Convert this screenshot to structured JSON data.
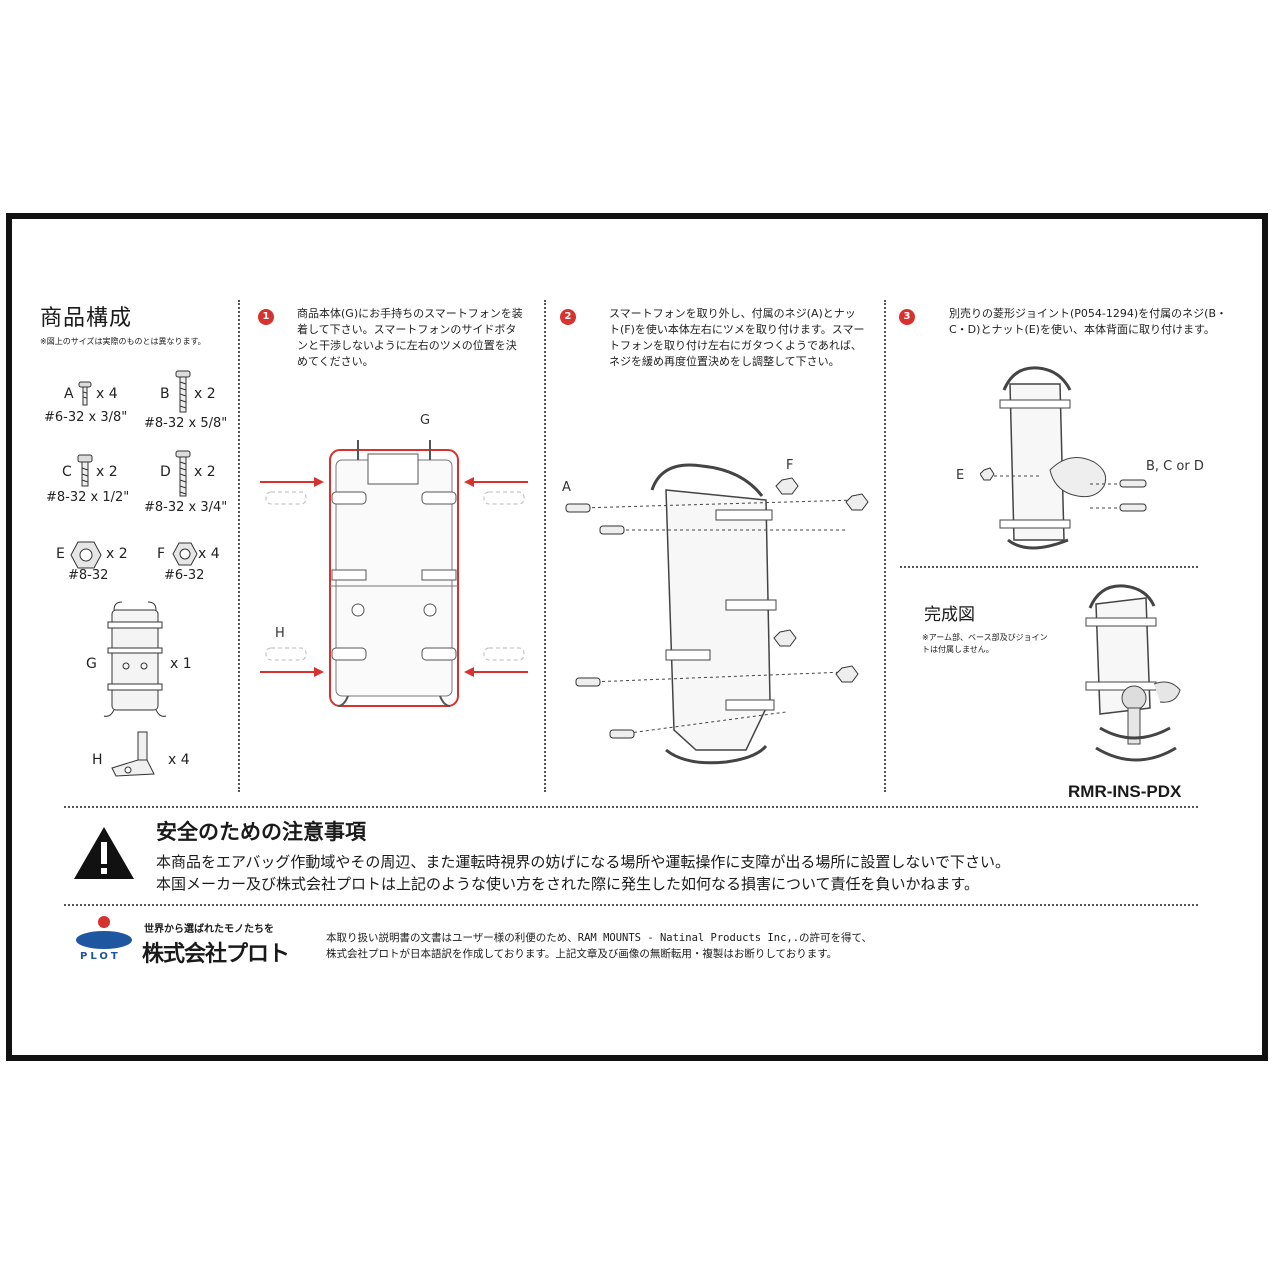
{
  "parts": {
    "title": "商品構成",
    "note": "※図上のサイズは実際のものとは異なります。",
    "items": [
      {
        "letter": "A",
        "qty": "x 4",
        "size": "#6-32 x 3/8\""
      },
      {
        "letter": "B",
        "qty": "x 2",
        "size": "#8-32 x 5/8\""
      },
      {
        "letter": "C",
        "qty": "x 2",
        "size": "#8-32 x 1/2\""
      },
      {
        "letter": "D",
        "qty": "x 2",
        "size": "#8-32 x 3/4\""
      },
      {
        "letter": "E",
        "qty": "x 2",
        "size": "#8-32"
      },
      {
        "letter": "F",
        "qty": "x 4",
        "size": "#6-32"
      },
      {
        "letter": "G",
        "qty": "x 1"
      },
      {
        "letter": "H",
        "qty": "x 4"
      }
    ]
  },
  "steps": [
    {
      "num": "1",
      "text": "商品本体(G)にお手持ちのスマートフォンを装着して下さい。スマートフォンのサイドボタンと干渉しないように左右のツメの位置を決めてください。",
      "labels": [
        "G",
        "H"
      ]
    },
    {
      "num": "2",
      "text": "スマートフォンを取り外し、付属のネジ(A)とナット(F)を使い本体左右にツメを取り付けます。スマートフォンを取り付け左右にガタつくようであれば、ネジを緩め再度位置決めをし調整して下さい。",
      "labels": [
        "A",
        "F"
      ]
    },
    {
      "num": "3",
      "text": "別売りの菱形ジョイント(P054-1294)を付属のネジ(B・C・D)とナット(E)を使い、本体背面に取り付けます。",
      "labels": [
        "E",
        "B, C or D"
      ]
    }
  ],
  "complete": {
    "title": "完成図",
    "note": "※アーム部、ベース部及びジョイントは付属しません。"
  },
  "code": "RMR-INS-PDX",
  "safety": {
    "title": "安全のための注意事項",
    "line1": "本商品をエアバッグ作動域やその周辺、また運転時視界の妨げになる場所や運転操作に支障が出る場所に設置しないで下さい。",
    "line2": "本国メーカー及び株式会社プロトは上記のような使い方をされた際に発生した如何なる損害について責任を負いかねます。"
  },
  "footer": {
    "logo_mark": "PLOT",
    "tagline": "世界から選ばれたモノたちを",
    "company": "株式会社プロト",
    "line1": "本取り扱い説明書の文書はユーザー様の利便のため、RAM MOUNTS - Natinal Products Inc,.の許可を得て、",
    "line2": "株式会社プロトが日本語訳を作成しております。上記文章及び画像の無断転用・複製はお断りしております。"
  },
  "colors": {
    "accent": "#d8322f",
    "border": "#111111",
    "logo_blue": "#1e56a0"
  }
}
